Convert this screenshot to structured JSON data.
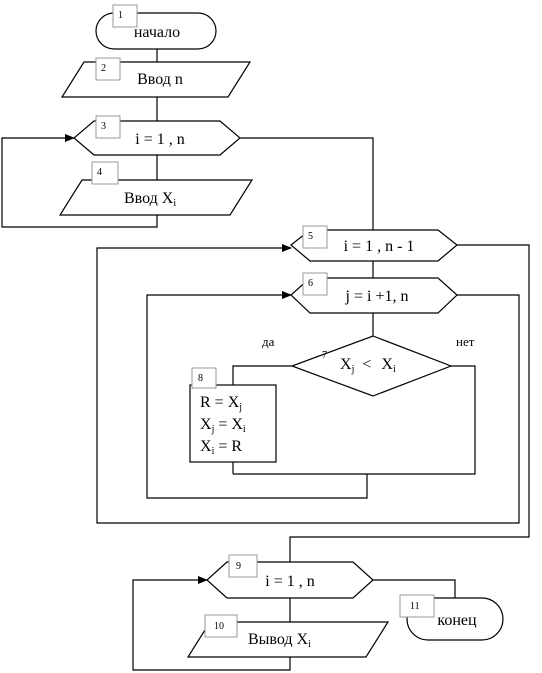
{
  "blocks": {
    "b1": {
      "num": "1",
      "label": "начало"
    },
    "b2": {
      "num": "2",
      "label": "Ввод n"
    },
    "b3": {
      "num": "3",
      "label": "i = 1 , n"
    },
    "b4": {
      "num": "4",
      "label": "Ввод X",
      "sub": "i"
    },
    "b5": {
      "num": "5",
      "label": "i = 1 , n - 1"
    },
    "b6": {
      "num": "6",
      "label": "j = i +1, n"
    },
    "b7": {
      "num": "7",
      "x1": "X",
      "s1": "j",
      "op": "<",
      "x2": "X",
      "s2": "i"
    },
    "b8": {
      "num": "8",
      "line1": {
        "a": "R = X",
        "s": "j"
      },
      "line2": {
        "a": "X",
        "s1": "j",
        "b": " = X",
        "s2": "i"
      },
      "line3": {
        "a": "X",
        "s": "i",
        "b": " = R"
      }
    },
    "b9": {
      "num": "9",
      "label": "i = 1 , n"
    },
    "b10": {
      "num": "10",
      "label": "Вывод  X",
      "sub": "i"
    },
    "b11": {
      "num": "11",
      "label": "конец"
    }
  },
  "branch": {
    "yes": "да",
    "no": "нет"
  }
}
